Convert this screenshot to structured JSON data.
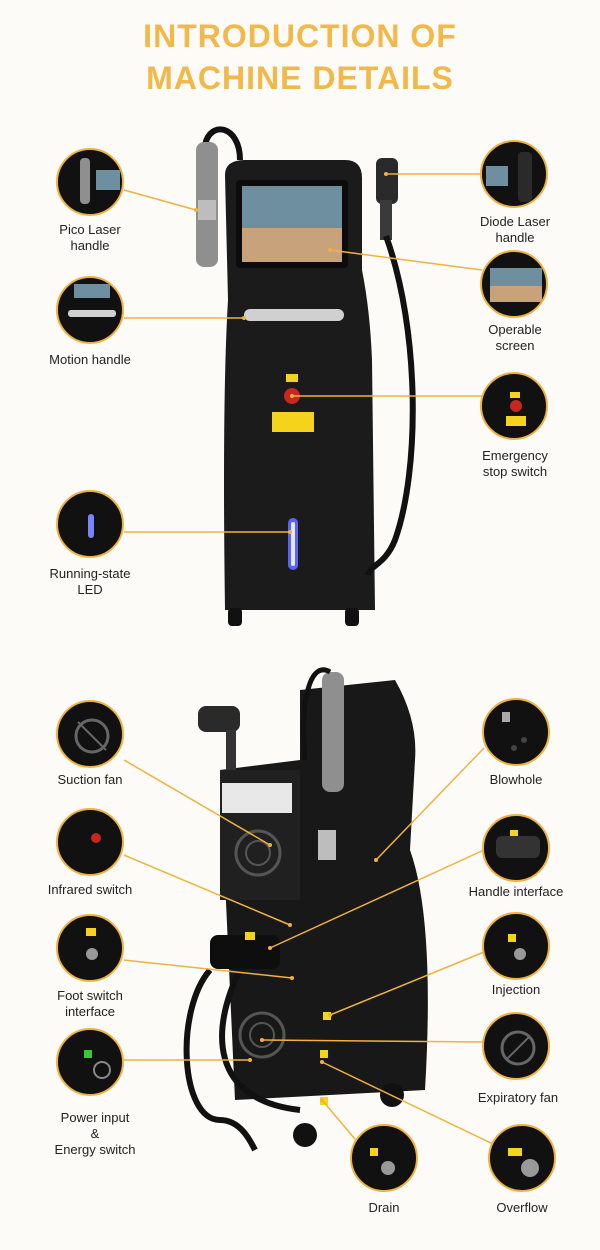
{
  "title": {
    "line1": "INTRODUCTION OF",
    "line2": "MACHINE DETAILS"
  },
  "front": {
    "pico_laser_handle": {
      "line1": "Pico Laser",
      "line2": "handle"
    },
    "motion_handle": "Motion handle",
    "running_state_led": {
      "line1": "Running-state",
      "line2": "LED"
    },
    "diode_laser_handle": {
      "line1": "Diode Laser",
      "line2": "handle"
    },
    "operable_screen": {
      "line1": "Operable",
      "line2": "screen"
    },
    "emergency_stop_switch": {
      "line1": "Emergency",
      "line2": "stop switch"
    }
  },
  "back": {
    "suction_fan": "Suction fan",
    "infrared_switch": "Infrared switch",
    "foot_switch_interface": {
      "line1": "Foot switch",
      "line2": "interface"
    },
    "power_input": {
      "line1": "Power input",
      "line2": "&",
      "line3": "Energy switch"
    },
    "blowhole": "Blowhole",
    "handle_interface": "Handle interface",
    "injection": "Injection",
    "expiratory_fan": "Expiratory fan",
    "drain": "Drain",
    "overflow": "Overflow"
  },
  "colors": {
    "accent": "#f2b84a",
    "machine": "#1b1b1b"
  }
}
